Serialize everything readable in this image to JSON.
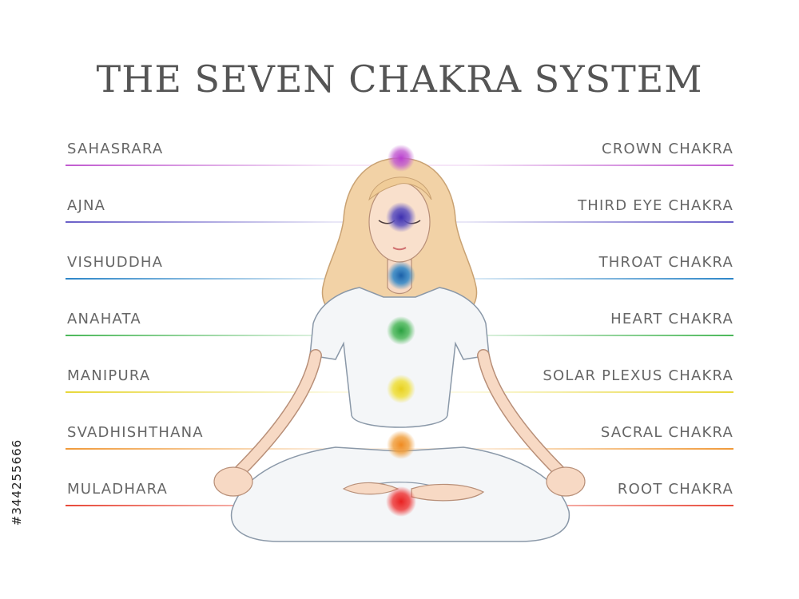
{
  "title": "THE SEVEN CHAKRA SYSTEM",
  "stock_id": "#344255666",
  "chakras": [
    {
      "sanskrit": "SAHASRARA",
      "english": "CROWN CHAKRA",
      "color": "#c15bd0"
    },
    {
      "sanskrit": "AJNA",
      "english": "THIRD EYE CHAKRA",
      "color": "#6a5fc8"
    },
    {
      "sanskrit": "VISHUDDHA",
      "english": "THROAT CHAKRA",
      "color": "#2d86c8"
    },
    {
      "sanskrit": "ANAHATA",
      "english": "HEART CHAKRA",
      "color": "#4cb85a"
    },
    {
      "sanskrit": "MANIPURA",
      "english": "SOLAR PLEXUS CHAKRA",
      "color": "#e8d83a"
    },
    {
      "sanskrit": "SVADHISHTHANA",
      "english": "SACRAL CHAKRA",
      "color": "#f09a3a"
    },
    {
      "sanskrit": "MULADHARA",
      "english": "ROOT CHAKRA",
      "color": "#e84a3a"
    }
  ]
}
